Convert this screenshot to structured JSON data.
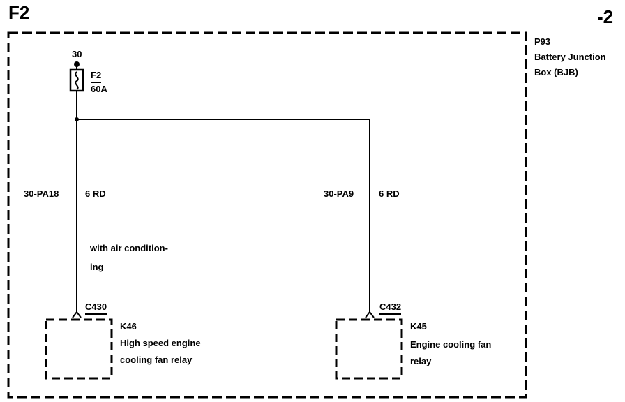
{
  "page": {
    "section_id": "F2",
    "page_suffix": "-2"
  },
  "junction_box": {
    "id": "P93",
    "name_line1": "Battery Junction",
    "name_line2": "Box (BJB)"
  },
  "fuse": {
    "terminal": "30",
    "id": "F2",
    "rating": "60A"
  },
  "wires": {
    "left": {
      "circuit": "30-PA18",
      "gauge_color": "6 RD"
    },
    "right": {
      "circuit": "30-PA9",
      "gauge_color": "6 RD"
    }
  },
  "note": {
    "line1": "with air condition-",
    "line2": "ing"
  },
  "connectors": {
    "left": "C430",
    "right": "C432"
  },
  "relays": {
    "left": {
      "id": "K46",
      "line1": "High speed engine",
      "line2": "cooling fan relay"
    },
    "right": {
      "id": "K45",
      "line1": "Engine cooling fan",
      "line2": "relay"
    }
  }
}
